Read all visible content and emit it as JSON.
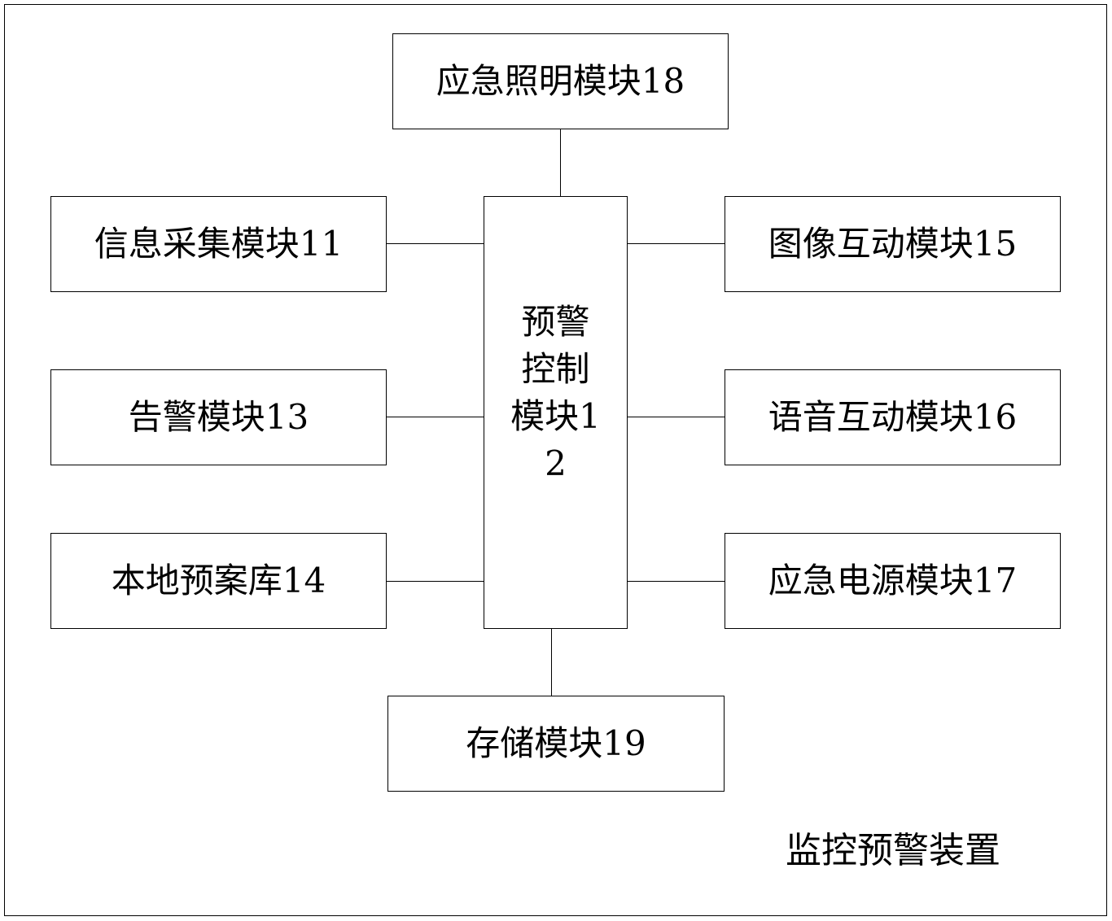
{
  "diagram": {
    "caption": "监控预警装置",
    "center_module": "预警控制模块12",
    "modules": {
      "top": "应急照明模块18",
      "left_1": "信息采集模块11",
      "left_2": "告警模块13",
      "left_3": "本地预案库14",
      "right_1": "图像互动模块15",
      "right_2": "语音互动模块16",
      "right_3": "应急电源模块17",
      "bottom": "存储模块19"
    }
  }
}
